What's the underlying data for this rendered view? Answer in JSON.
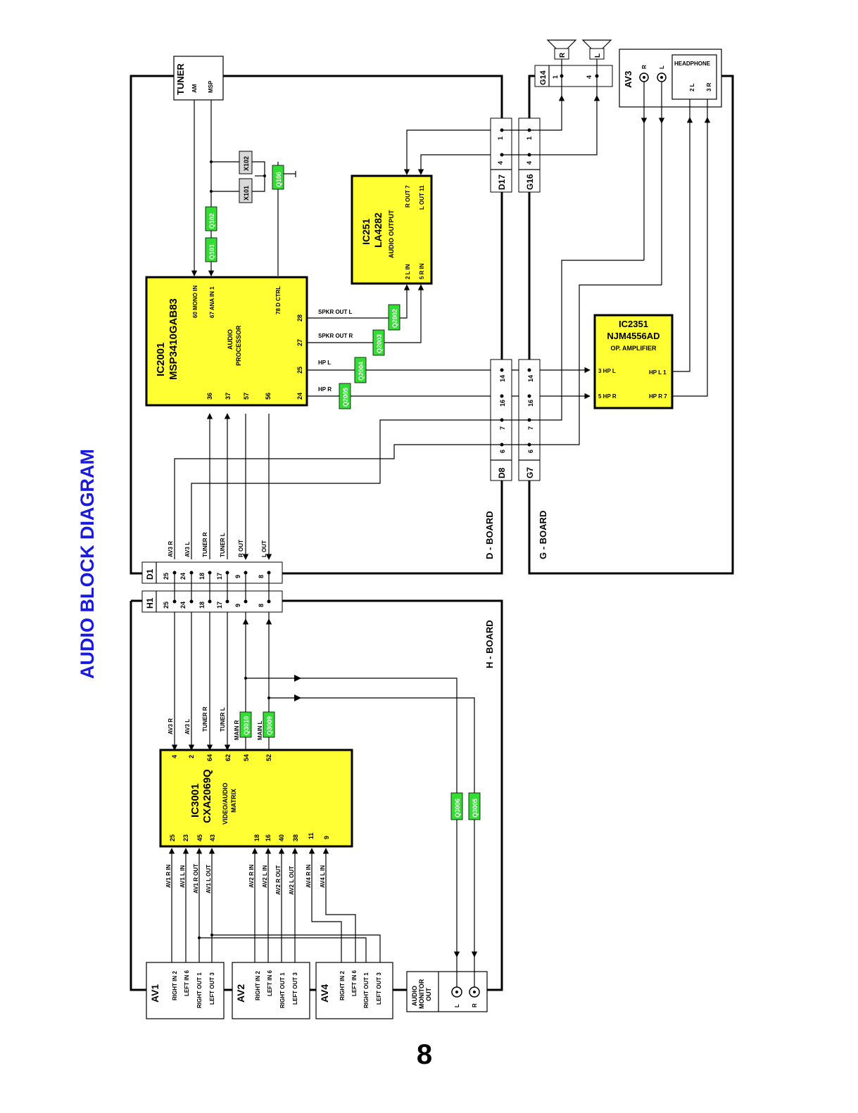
{
  "title": "AUDIO BLOCK DIAGRAM",
  "page_number": "8",
  "colors": {
    "title": "#1a1adc",
    "ic_fill": "#ffff33",
    "transistor_fill": "#33dd33",
    "crystal_fill": "#d9d9d9"
  },
  "boards": {
    "d": "D - BOARD",
    "g": "G - BOARD",
    "h": "H - BOARD"
  },
  "tuner": {
    "name": "TUNER",
    "am": "AM",
    "msp": "MSP"
  },
  "ic2001": {
    "ref": "IC2001",
    "part": "MSP3410GAB83",
    "func1": "AUDIO",
    "func2": "PROCESSOR",
    "pin60": "60 MONO IN",
    "pin67": "67 ANA IN 1",
    "pin78": "78 D CTRL",
    "pin28": "28",
    "pin27": "27",
    "pin25": "25",
    "pin24": "24",
    "pin36": "36",
    "pin37": "37",
    "pin57": "57",
    "pin56": "56"
  },
  "ic251": {
    "ref": "IC251",
    "part": "LA4282",
    "func": "AUDIO OUTPUT",
    "pin7": "R OUT 7",
    "pin11": "L OUT 11",
    "pin2": "2 L IN",
    "pin5": "5 R IN"
  },
  "ic2351": {
    "ref": "IC2351",
    "part": "NJM4556AD",
    "func": "OP. AMPLIFIER",
    "pin3": "3 HP L",
    "pin5": "5 HP R",
    "pin1": "HP L 1",
    "pin7": "HP R 7"
  },
  "ic3001": {
    "ref": "IC3001",
    "part": "CXA2069Q",
    "func1": "VIDEO/AUDIO",
    "func2": "MATRIX",
    "top_pins": [
      "4",
      "2",
      "64",
      "62",
      "54",
      "52"
    ],
    "bottom_pins": [
      "25",
      "23",
      "45",
      "43",
      "18",
      "16",
      "40",
      "38",
      "11",
      "9"
    ]
  },
  "signals": {
    "spkr_out_l": "SPKR OUT L",
    "spkr_out_r": "SPKR OUT R",
    "hp_l": "HP L",
    "hp_r": "HP R",
    "d1_labels": [
      "AV3 R",
      "AV3 L",
      "TUNER R",
      "TUNER L",
      "R OUT",
      "L OUT"
    ],
    "h_labels": [
      "AV3 R",
      "AV3 L",
      "TUNER R",
      "TUNER L",
      "MAIN R",
      "MAIN L"
    ],
    "av1_labels": [
      "AV1 R IN",
      "AV1 L IN",
      "AV1 R OUT",
      "AV1 L OUT"
    ],
    "av2_labels": [
      "AV2 R IN",
      "AV2 L IN",
      "AV2 R OUT",
      "AV2 L OUT"
    ],
    "av4_labels": [
      "AV4 R IN",
      "AV4 L IN"
    ]
  },
  "transistors": {
    "q101": "Q101",
    "q102": "Q102",
    "q106": "Q106",
    "q2002": "Q2002",
    "q2003": "Q2003",
    "q2004": "Q2004",
    "q2005": "Q2005",
    "q3010": "Q3010",
    "q3009": "Q3009",
    "q3006": "Q3006",
    "q3005": "Q3005"
  },
  "crystals": {
    "x101": "X101",
    "x102": "X102"
  },
  "connectors": {
    "d1": {
      "name": "D1",
      "pins": [
        "25",
        "24",
        "18",
        "17",
        "9",
        "8"
      ]
    },
    "h1": {
      "name": "H1",
      "pins": [
        "25",
        "24",
        "18",
        "17",
        "9",
        "8"
      ]
    },
    "d17": {
      "name": "D17",
      "pins": [
        "1",
        "4"
      ]
    },
    "g16": {
      "name": "G16",
      "pins": [
        "1",
        "4"
      ]
    },
    "d8": {
      "name": "D8",
      "pins": [
        "14",
        "16",
        "7",
        "6"
      ]
    },
    "g7": {
      "name": "G7",
      "pins": [
        "14",
        "16",
        "7",
        "6"
      ]
    },
    "g14": {
      "name": "G14",
      "pins": [
        "1",
        "4"
      ]
    }
  },
  "speakers": {
    "r": "R",
    "l": "L"
  },
  "av3": {
    "name": "AV3",
    "r": "R",
    "l": "L",
    "headphone": "HEADPHONE",
    "pin2": "2 L",
    "pin3": "3 R"
  },
  "jacks": {
    "av1": {
      "name": "AV1",
      "pins": [
        "RIGHT IN 2",
        "LEFT IN 6",
        "RIGHT OUT 1",
        "LEFT OUT 3"
      ]
    },
    "av2": {
      "name": "AV2",
      "pins": [
        "RIGHT IN 2",
        "LEFT IN 6",
        "RIGHT OUT 1",
        "LEFT OUT 3"
      ]
    },
    "av4": {
      "name": "AV4",
      "pins": [
        "RIGHT IN 2",
        "LEFT IN 6",
        "RIGHT OUT 1",
        "LEFT OUT 3"
      ]
    },
    "monitor": {
      "line1": "AUDIO",
      "line2": "MONITOR",
      "line3": "OUT",
      "l": "L",
      "r": "R"
    }
  }
}
